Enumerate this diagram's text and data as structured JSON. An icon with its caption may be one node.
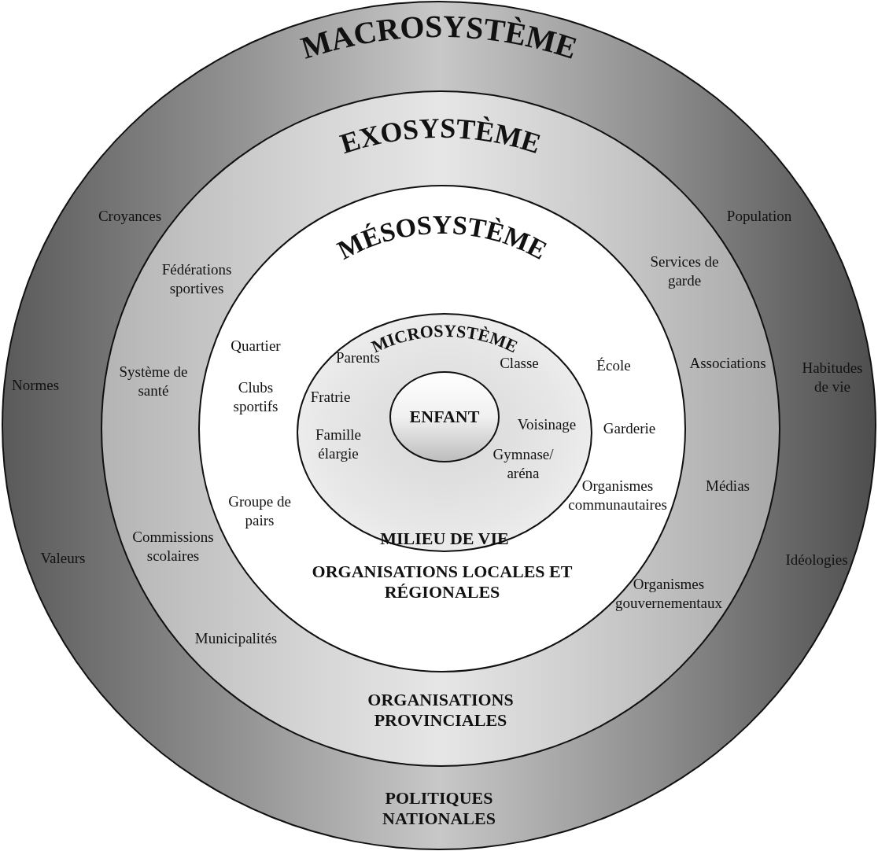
{
  "diagram": {
    "nodes": [
      {
        "text": [
          "MACROSYSTÈME",
          "POLITIQUES NATIONALES"
        ]
      },
      {
        "text": [
          "EXOSYSTÈME",
          "ORGANISATIONS PROVINCIALES"
        ],
        "in": 0
      },
      {
        "text": [
          "MÉSOSYSTÈME",
          "ORGANISATIONS LOCALES ET RÉGIONALES"
        ],
        "in": 1
      },
      {
        "text": [
          "MICROSYSTÈME",
          "MILIEU DE VIE"
        ],
        "in": 2
      },
      {
        "text": [
          "ENFANT"
        ],
        "in": 3
      }
    ],
    "labels": [
      "Croyances",
      "Population",
      "Fédérations sportives",
      "Services de garde",
      "Quartier",
      "Parents",
      "Classe",
      "École",
      "Associations",
      "Normes",
      "Système de santé",
      "Clubs sportifs",
      "Fratrie",
      "Voisinage",
      "Garderie",
      "Habitudes de vie",
      "Famille élargie",
      "Gymnase/ aréna",
      "Organismes communautaires",
      "Médias",
      "Groupe de pairs",
      "Commissions scolaires",
      "Valeurs",
      "Idéologies",
      "Organismes gouvernementaux",
      "Municipalités"
    ]
  }
}
